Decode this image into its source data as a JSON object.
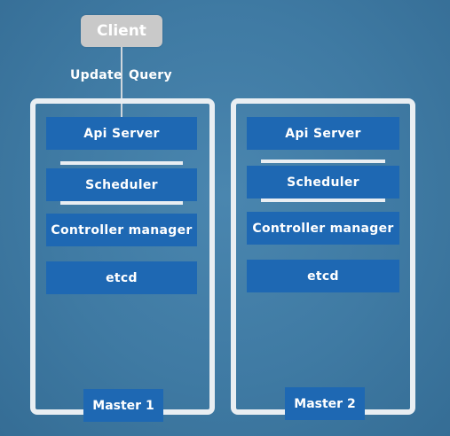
{
  "client": {
    "label": "Client"
  },
  "edge_labels": {
    "update": "Update",
    "query": "Query"
  },
  "masters": [
    {
      "name": "Master 1",
      "components": [
        "Api Server",
        "Scheduler",
        "Controller manager",
        "etcd"
      ]
    },
    {
      "name": "Master 2",
      "components": [
        "Api Server",
        "Scheduler",
        "Controller manager",
        "etcd"
      ]
    }
  ],
  "colors": {
    "background": "#3f7aa3",
    "component_fill": "#1e68b3",
    "outline": "#e9eef2",
    "client_fill": "#c9c9c9"
  }
}
